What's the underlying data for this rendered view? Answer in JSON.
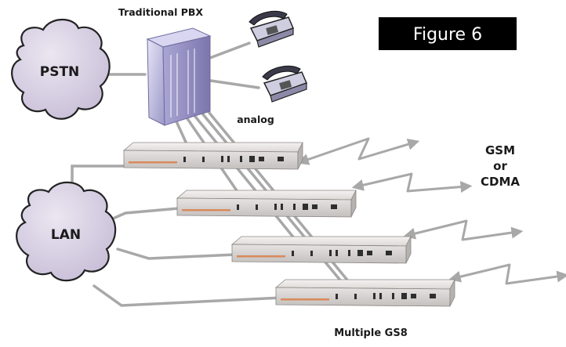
{
  "figure_label": "Figure 6",
  "labels": {
    "pbx": "Traditional PBX",
    "pstn": "PSTN",
    "lan": "LAN",
    "analog": "analog",
    "network_line1": "GSM",
    "network_line2": "or",
    "network_line3": "CDMA",
    "gateways": "Multiple GS8"
  },
  "gateway_count": 4,
  "phone_count": 2,
  "colors": {
    "cloud_fill": "#d9d2e3",
    "cloud_stroke": "#222222",
    "line": "#a8a8a8",
    "label_box": "#000000",
    "device_body": "#e8e4e3",
    "device_stripe": "#d98a5a",
    "pbx_body": "#c9c6e6"
  }
}
